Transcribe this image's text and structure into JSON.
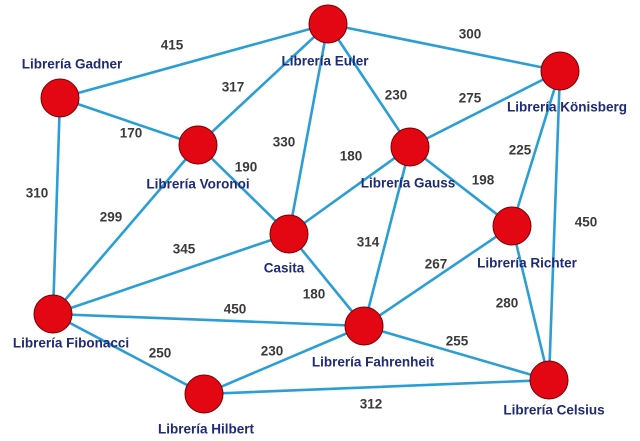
{
  "colors": {
    "edge": "#2b9ed6",
    "node": "#e30613",
    "node_label": "#1f2a78",
    "weight_label": "#3a3a3a"
  },
  "nodes": [
    {
      "id": "gadner",
      "label": "Librería Gadner"
    },
    {
      "id": "euler",
      "label": "Librería Euler"
    },
    {
      "id": "konisberg",
      "label": "Librería Könisberg"
    },
    {
      "id": "voronoi",
      "label": "Librería Voronoi"
    },
    {
      "id": "gauss",
      "label": "Librería Gauss"
    },
    {
      "id": "casita",
      "label": "Casita"
    },
    {
      "id": "richter",
      "label": "Librería Richter"
    },
    {
      "id": "fibonacci",
      "label": "Librería Fibonacci"
    },
    {
      "id": "fahrenheit",
      "label": "Librería Fahrenheit"
    },
    {
      "id": "hilbert",
      "label": "Librería Hilbert"
    },
    {
      "id": "celsius",
      "label": "Librería Celsius"
    }
  ],
  "edges": [
    {
      "from": "gadner",
      "to": "euler",
      "weight": "415"
    },
    {
      "from": "euler",
      "to": "konisberg",
      "weight": "300"
    },
    {
      "from": "euler",
      "to": "voronoi",
      "weight": "317"
    },
    {
      "from": "euler",
      "to": "casita",
      "weight": "330"
    },
    {
      "from": "euler",
      "to": "gauss",
      "weight": "230"
    },
    {
      "from": "gadner",
      "to": "voronoi",
      "weight": "170"
    },
    {
      "from": "gadner",
      "to": "fibonacci",
      "weight": "310"
    },
    {
      "from": "voronoi",
      "to": "casita",
      "weight": "190"
    },
    {
      "from": "voronoi",
      "to": "fibonacci",
      "weight": "299"
    },
    {
      "from": "gauss",
      "to": "konisberg",
      "weight": "275"
    },
    {
      "from": "gauss",
      "to": "casita",
      "weight": "180"
    },
    {
      "from": "gauss",
      "to": "richter",
      "weight": "198"
    },
    {
      "from": "gauss",
      "to": "fahrenheit",
      "weight": "314"
    },
    {
      "from": "konisberg",
      "to": "richter",
      "weight": "225"
    },
    {
      "from": "konisberg",
      "to": "celsius",
      "weight": "450"
    },
    {
      "from": "casita",
      "to": "fibonacci",
      "weight": "345"
    },
    {
      "from": "casita",
      "to": "fahrenheit",
      "weight": "180"
    },
    {
      "from": "richter",
      "to": "fahrenheit",
      "weight": "267"
    },
    {
      "from": "richter",
      "to": "celsius",
      "weight": "280"
    },
    {
      "from": "fibonacci",
      "to": "fahrenheit",
      "weight": "450"
    },
    {
      "from": "fibonacci",
      "to": "hilbert",
      "weight": "250"
    },
    {
      "from": "fahrenheit",
      "to": "hilbert",
      "weight": "230"
    },
    {
      "from": "fahrenheit",
      "to": "celsius",
      "weight": "255"
    },
    {
      "from": "hilbert",
      "to": "celsius",
      "weight": "312"
    }
  ]
}
